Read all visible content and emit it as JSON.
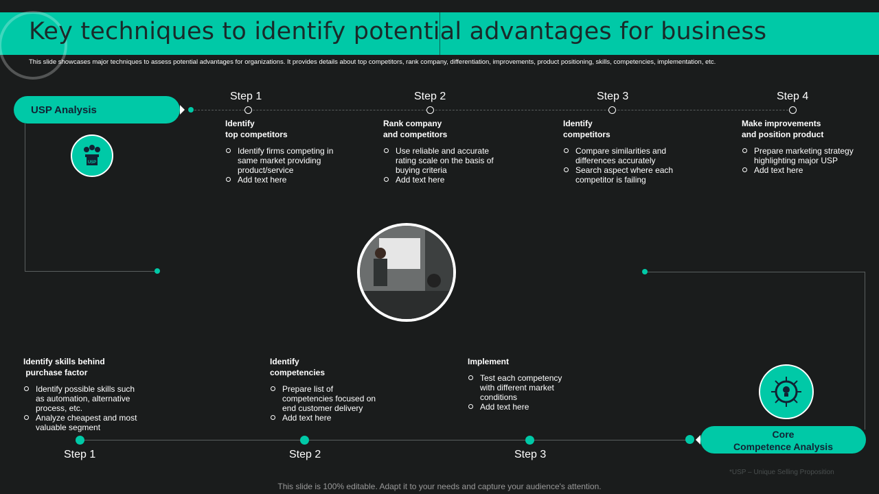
{
  "header": {
    "title": "Key techniques to identify potential advantages for business",
    "subtitle": "This slide showcases major techniques to assess potential advantages for organizations. It provides details about top competitors, rank company, differentiation, improvements, product positioning, skills, competencies, implementation,  etc."
  },
  "usp": {
    "label": "USP Analysis",
    "icon": "usp-box-icon"
  },
  "core": {
    "line1": "Core",
    "line2": "Competence Analysis",
    "icon": "gear-bulb-icon"
  },
  "top_steps": [
    {
      "step": "Step 1",
      "title1": "Identify",
      "title2": "top competitors",
      "bullets": [
        "Identify firms competing in same market providing product/service",
        "Add text here"
      ]
    },
    {
      "step": "Step 2",
      "title1": "Rank company",
      "title2": "and competitors",
      "bullets": [
        "Use reliable and accurate rating scale on the basis of buying criteria",
        "Add text here"
      ]
    },
    {
      "step": "Step 3",
      "title1": "Identify",
      "title2": "competitors",
      "bullets": [
        "Compare similarities and differences accurately",
        "Search aspect where each competitor is failing"
      ]
    },
    {
      "step": "Step 4",
      "title1": "Make improvements",
      "title2": "and position product",
      "bullets": [
        "Prepare marketing strategy highlighting major USP",
        "Add text here"
      ]
    }
  ],
  "bottom_steps": [
    {
      "step": "Step 1",
      "title1": "Identify skills behind",
      "title2": " purchase factor",
      "bullets": [
        "Identify possible skills such as automation, alternative process, etc.",
        "Analyze  cheapest and most valuable segment"
      ]
    },
    {
      "step": "Step 2",
      "title1": "Identify",
      "title2": "competencies",
      "bullets": [
        "Prepare list of competencies focused on end customer delivery",
        "Add text here"
      ]
    },
    {
      "step": "Step 3",
      "title1": "Implement",
      "title2": "",
      "bullets": [
        "Test each competency with different market conditions",
        "Add text here"
      ]
    }
  ],
  "footer": {
    "text": "This slide is 100% editable. Adapt it to your needs and capture your audience's attention.",
    "note": "*USP – Unique Selling Proposition"
  },
  "colors": {
    "accent": "#00c9a7",
    "background": "#1a1c1c"
  }
}
